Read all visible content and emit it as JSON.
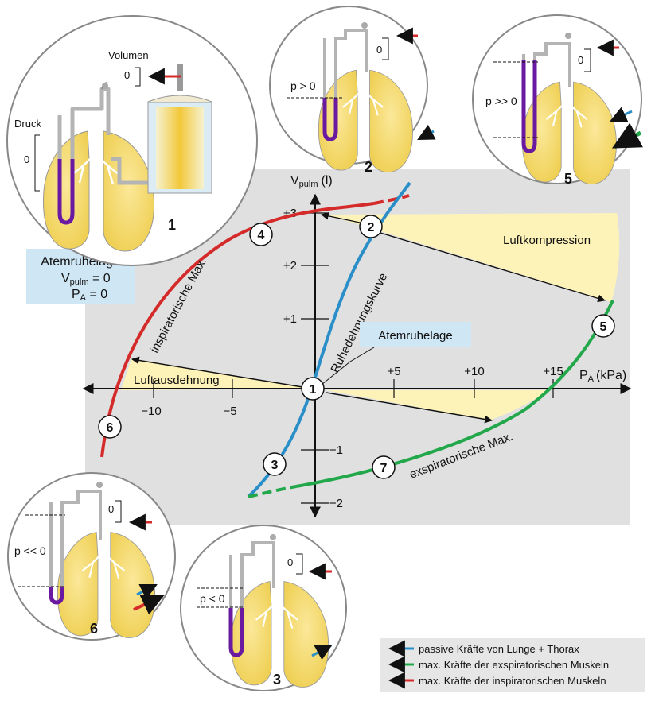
{
  "axes": {
    "y_label_main": "V",
    "y_label_sub": "pulm",
    "y_label_unit": "(l)",
    "x_label_main": "P",
    "x_label_sub": "A",
    "x_label_unit": "(kPa)",
    "y_ticks": [
      "+3",
      "+2",
      "+1",
      "−1",
      "−2"
    ],
    "x_ticks_pos": [
      "+5",
      "+10",
      "+15"
    ],
    "x_ticks_neg": [
      "−10",
      "−5"
    ]
  },
  "curves": {
    "inspiratory": "inspiratorische Max.",
    "expiratory": "exspiratorische Max.",
    "relaxation": "Ruhedehnungskurve"
  },
  "regions": {
    "compression": "Luftkompression",
    "expansion": "Luftausdehnung"
  },
  "callout": "Atemruhelage",
  "info_box": {
    "title": "Atemruhelage",
    "line1_main": "V",
    "line1_sub": "pulm",
    "line1_val": " = 0",
    "line2_main": "P",
    "line2_sub": "A",
    "line2_val": " = 0"
  },
  "points": [
    "1",
    "2",
    "3",
    "4",
    "5",
    "6",
    "7"
  ],
  "insets": {
    "p1": {
      "number": "1",
      "druck": "Druck",
      "volumen": "Volumen",
      "zero_a": "0",
      "zero_b": "0"
    },
    "p2": {
      "number": "2",
      "pressure": "p > 0",
      "zero": "0"
    },
    "p5": {
      "number": "5",
      "pressure": "p >> 0",
      "zero": "0"
    },
    "p6": {
      "number": "6",
      "pressure": "p << 0",
      "zero": "0"
    },
    "p3": {
      "number": "3",
      "pressure": "p < 0",
      "zero": "0"
    }
  },
  "legend": [
    {
      "color": "#2a8fc8",
      "text": "passive Kräfte von Lunge + Thorax"
    },
    {
      "color": "#22a84a",
      "text": "max. Kräfte der exspiratorischen Muskeln"
    },
    {
      "color": "#d42a2a",
      "text": "max. Kräfte der inspiratorischen Muskeln"
    }
  ],
  "colors": {
    "panel": "#e0e0e0",
    "inspiratory": "#d42a2a",
    "expiratory": "#22a84a",
    "relaxation": "#2a8fc8",
    "region_fill": "#fdf3b8",
    "lung": "#f5dc6a",
    "mercury": "#6a1aa0",
    "tube": "#b4b4b4",
    "info_box": "#cfe6f5"
  }
}
